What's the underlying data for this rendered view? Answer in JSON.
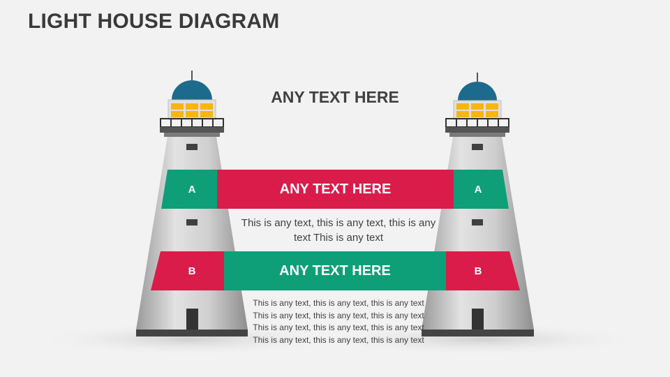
{
  "slide": {
    "title": "LIGHT HOUSE DIAGRAM",
    "heading": "ANY TEXT HERE"
  },
  "sections": [
    {
      "band_label": "ANY TEXT HERE",
      "letter": "A",
      "color": "#d91c4a",
      "tower_color": "#0e9f78",
      "text": "This is any text, this is any text, this is any text This is any text"
    },
    {
      "band_label": "ANY TEXT HERE",
      "letter": "B",
      "color": "#0e9f78",
      "tower_color": "#d91c4a",
      "text": "This is any text, this is any text, this is any text This is any text, this is any text, this is any text This is any text, this is any text, this is any text This is any text, this is any text, this is any text"
    }
  ],
  "colors": {
    "dome": "#1c6b8c",
    "window": "#f7b514",
    "tower_gray": "#c4c4c4",
    "base": "#444444"
  }
}
